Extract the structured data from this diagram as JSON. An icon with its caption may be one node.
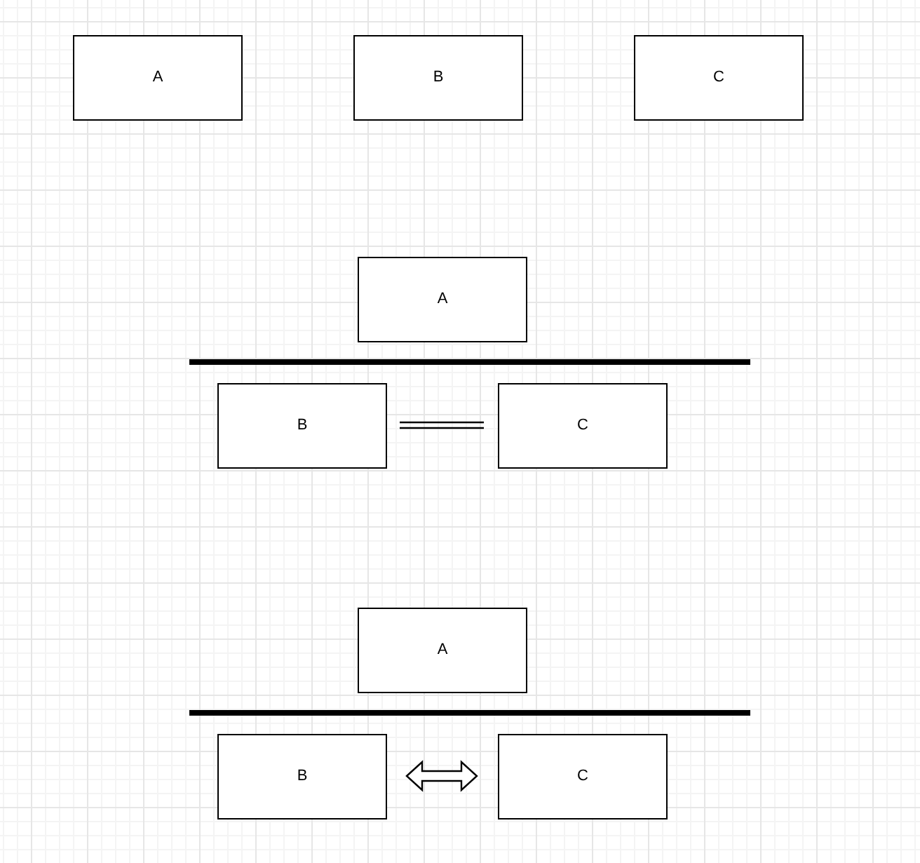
{
  "diagram": {
    "nodes": [
      {
        "text": [
          "A"
        ]
      },
      {
        "text": [
          "B"
        ]
      },
      {
        "text": [
          "C"
        ]
      },
      {
        "text": [
          "A"
        ]
      },
      {
        "text": [
          "B"
        ]
      },
      {
        "text": [
          "C"
        ]
      },
      {
        "text": [
          "A"
        ]
      },
      {
        "text": [
          "B"
        ]
      },
      {
        "text": [
          "C"
        ]
      }
    ],
    "edges": [
      {
        "from": 4,
        "to": 5,
        "arrow": "none"
      },
      {
        "from": 7,
        "to": 8,
        "arrow": "both"
      }
    ]
  }
}
